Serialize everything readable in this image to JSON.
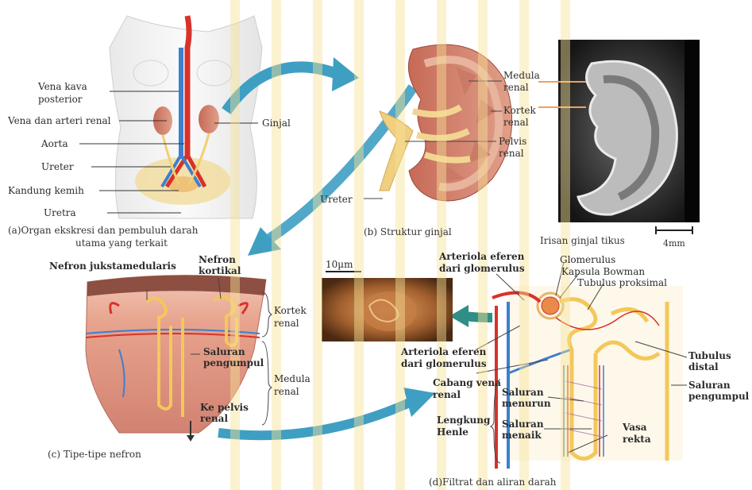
{
  "panels": {
    "a": {
      "caption_line1": "(a)Organ ekskresi dan pembuluh darah",
      "caption_line2": "utama yang terkait",
      "labels": {
        "vena_kava": "Vena kava",
        "posterior": "posterior",
        "vena_arteri_renal": "Vena dan arteri renal",
        "aorta": "Aorta",
        "ureter": "Ureter",
        "kandung_kemih": "Kandung kemih",
        "uretra": "Uretra",
        "ginjal": "Ginjal"
      }
    },
    "b": {
      "caption": "(b) Struktur ginjal",
      "labels": {
        "medula_1": "Medula",
        "medula_2": "renal",
        "kortek_1": "Kortek",
        "kortek_2": "renal",
        "pelvis_1": "Pelvis",
        "pelvis_2": "renal",
        "ureter": "Ureter"
      },
      "photo_caption": "Irisan ginjal tikus",
      "scale": "4mm"
    },
    "c": {
      "caption": "(c) Tipe-tipe nefron",
      "labels": {
        "nefron_juksta": "Nefron jukstamedularis",
        "nefron_kortikal_1": "Nefron",
        "nefron_kortikal_2": "kortikal",
        "kortek_1": "Kortek",
        "kortek_2": "renal",
        "saluran_1": "Saluran",
        "saluran_2": "pengumpul",
        "medula_1": "Medula",
        "medula_2": "renal",
        "ke_pelvis_1": "Ke pelvis",
        "ke_pelvis_2": "renal"
      }
    },
    "d": {
      "caption": "(d)Filtrat dan aliran darah",
      "micro_scale": "10µm",
      "labels": {
        "arteriola_top_1": "Arteriola eferen",
        "arteriola_top_2": "dari glomerulus",
        "glomerulus": "Glomerulus",
        "kapsula": "Kapsula Bowman",
        "tubulus_proksimal": "Tubulus proksimal",
        "arteriola_mid_1": "Arteriola eferen",
        "arteriola_mid_2": "dari glomerulus",
        "cabang_1": "Cabang vena",
        "cabang_2": "renal",
        "lengkung_1": "Lengkung",
        "lengkung_2": "Henle",
        "saluran_menurun_1": "Saluran",
        "saluran_menurun_2": "menurun",
        "saluran_menaik_1": "Saluran",
        "saluran_menaik_2": "menaik",
        "vasa_1": "Vasa",
        "vasa_2": "rekta",
        "tubulus_distal_1": "Tubulus",
        "tubulus_distal_2": "distal",
        "saluran_pengumpul_1": "Saluran",
        "saluran_pengumpul_2": "pengumpul"
      }
    }
  },
  "colors": {
    "artery": "#d8322a",
    "vein": "#3d7fd0",
    "tubule": "#f3c85a",
    "kidney": "#b85a48",
    "arrow": "#3f9fc2"
  }
}
